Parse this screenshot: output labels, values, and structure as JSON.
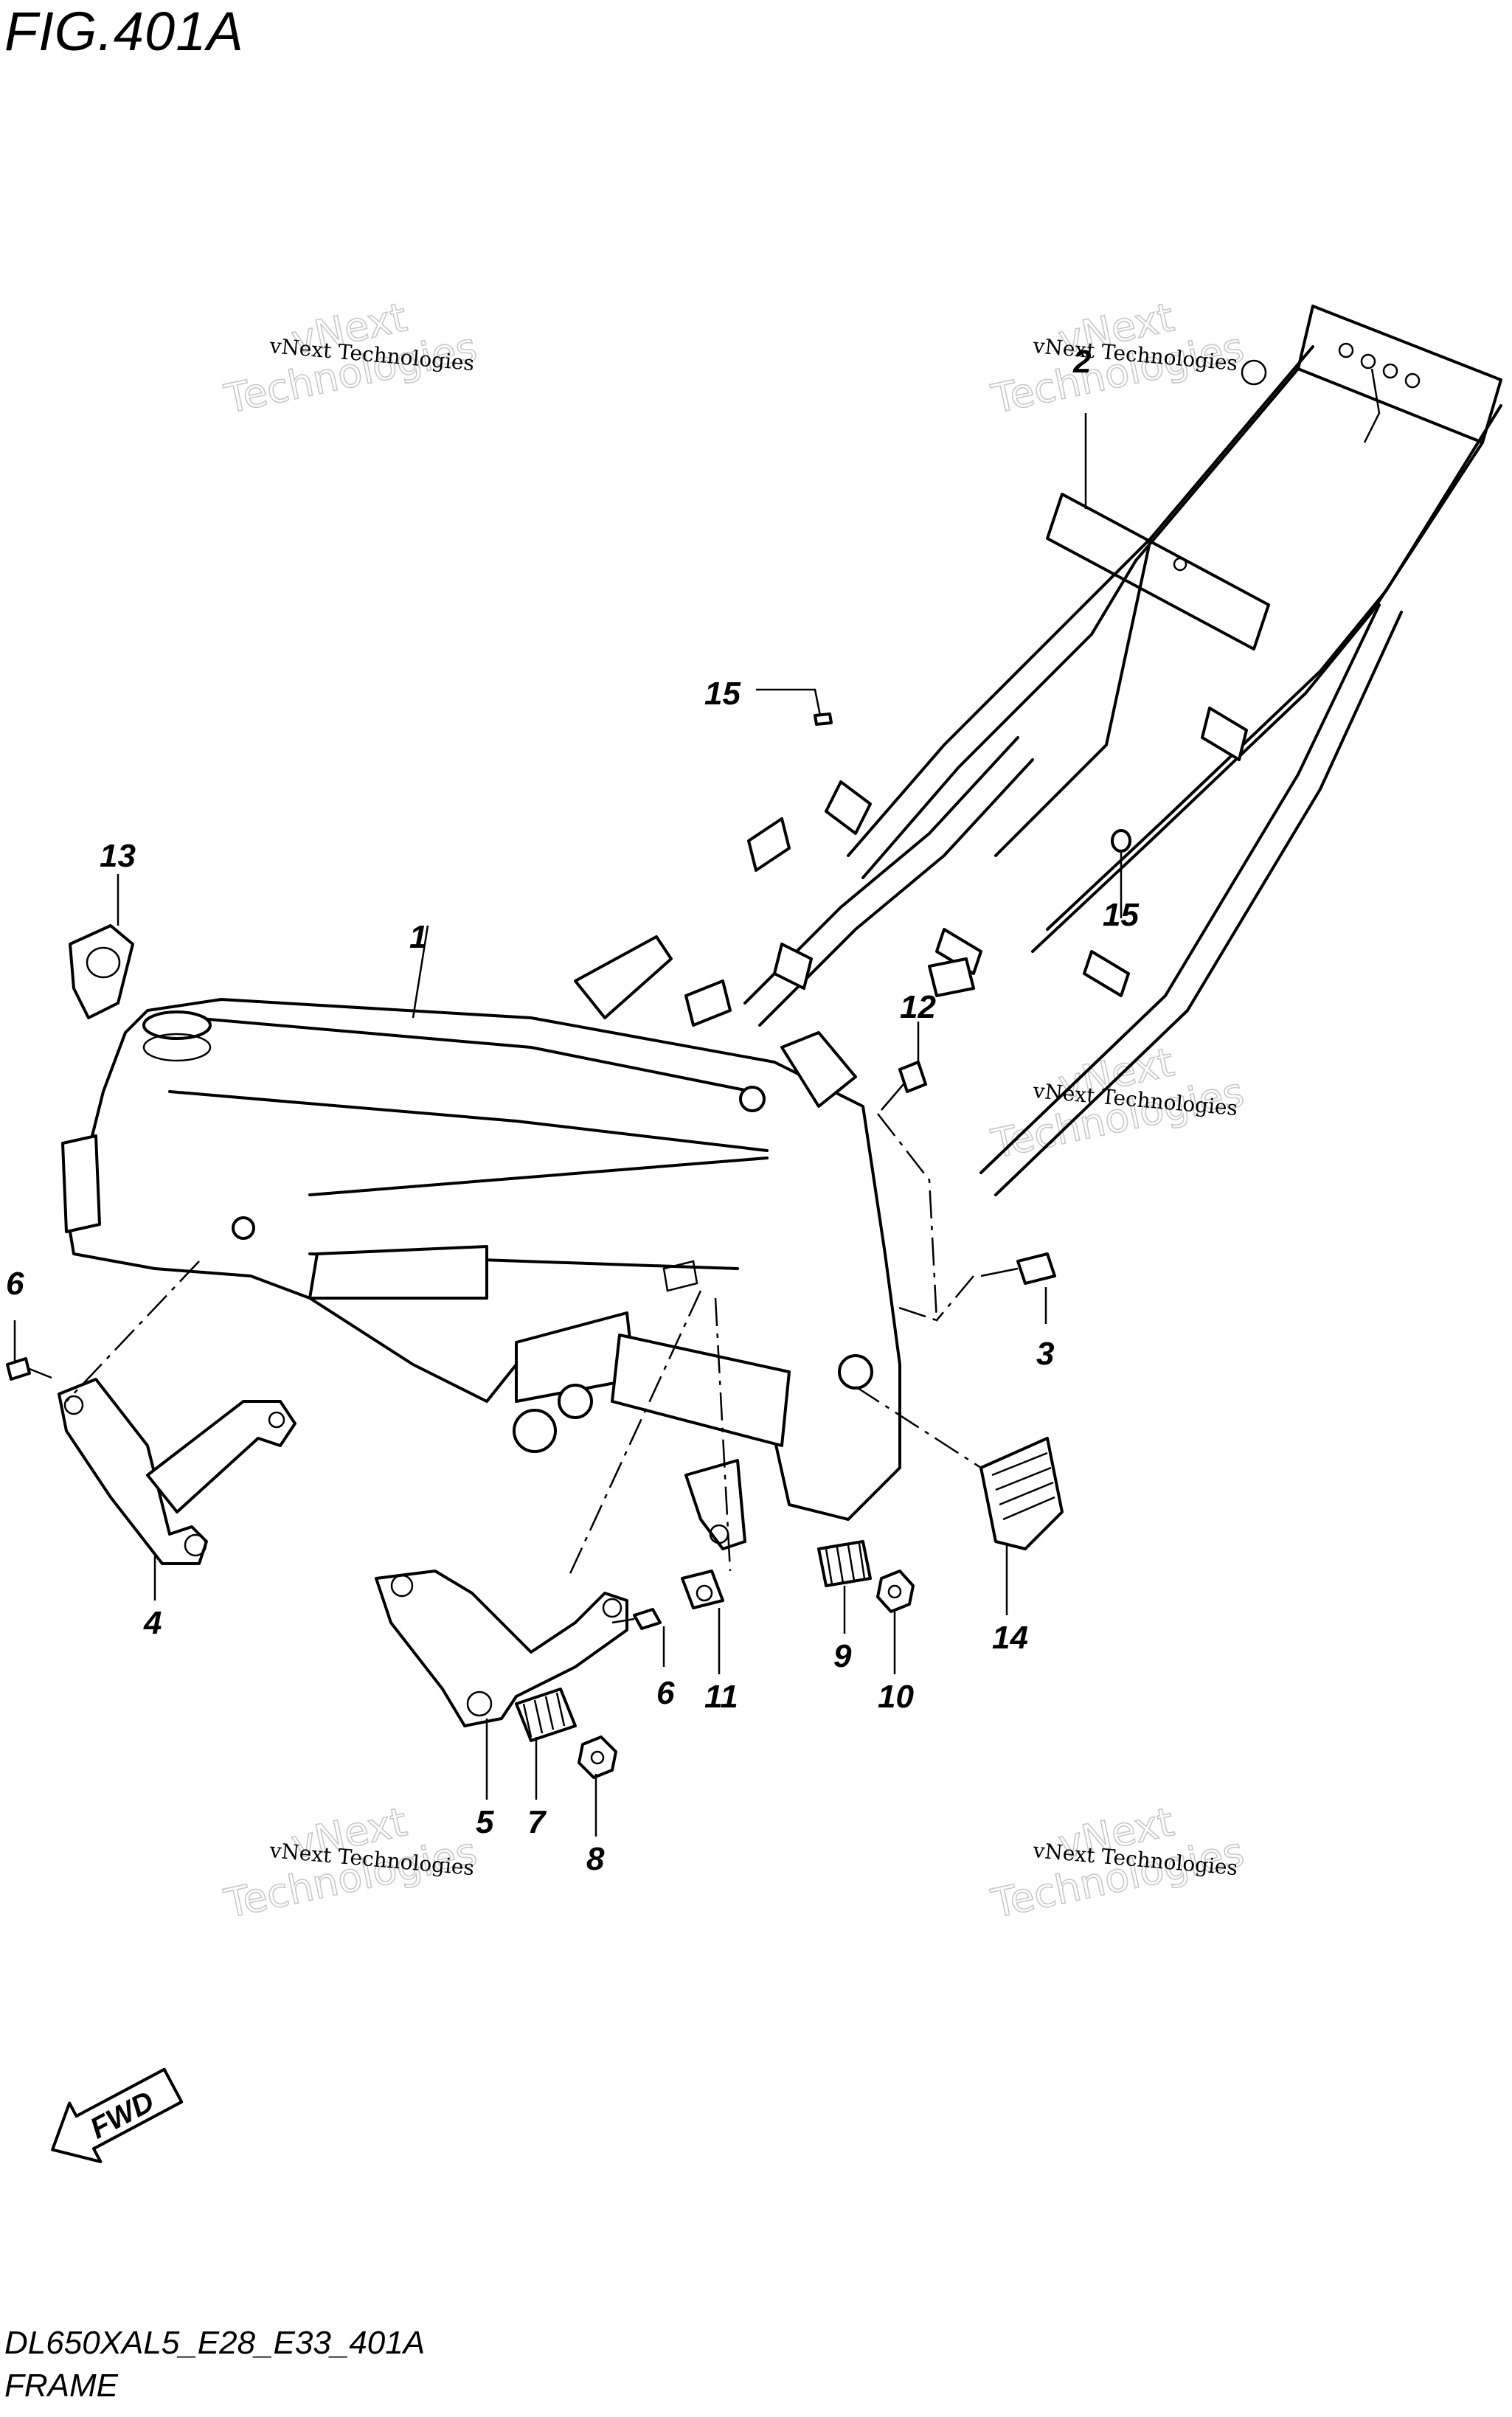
{
  "figure": {
    "title": "FIG.401A",
    "code": "DL650XAL5_E28_E33_401A",
    "caption": "FRAME"
  },
  "watermark": {
    "line1": "vNext Technologies",
    "line2": "vNext",
    "line3": "Technologies"
  },
  "fwd_label": "FWD",
  "callouts": {
    "c1": "1",
    "c2": "2",
    "c3": "3",
    "c4": "4",
    "c5": "5",
    "c6a": "6",
    "c6b": "6",
    "c7": "7",
    "c8": "8",
    "c9": "9",
    "c10": "10",
    "c11": "11",
    "c12": "12",
    "c13": "13",
    "c14": "14",
    "c15a": "15",
    "c15b": "15"
  }
}
